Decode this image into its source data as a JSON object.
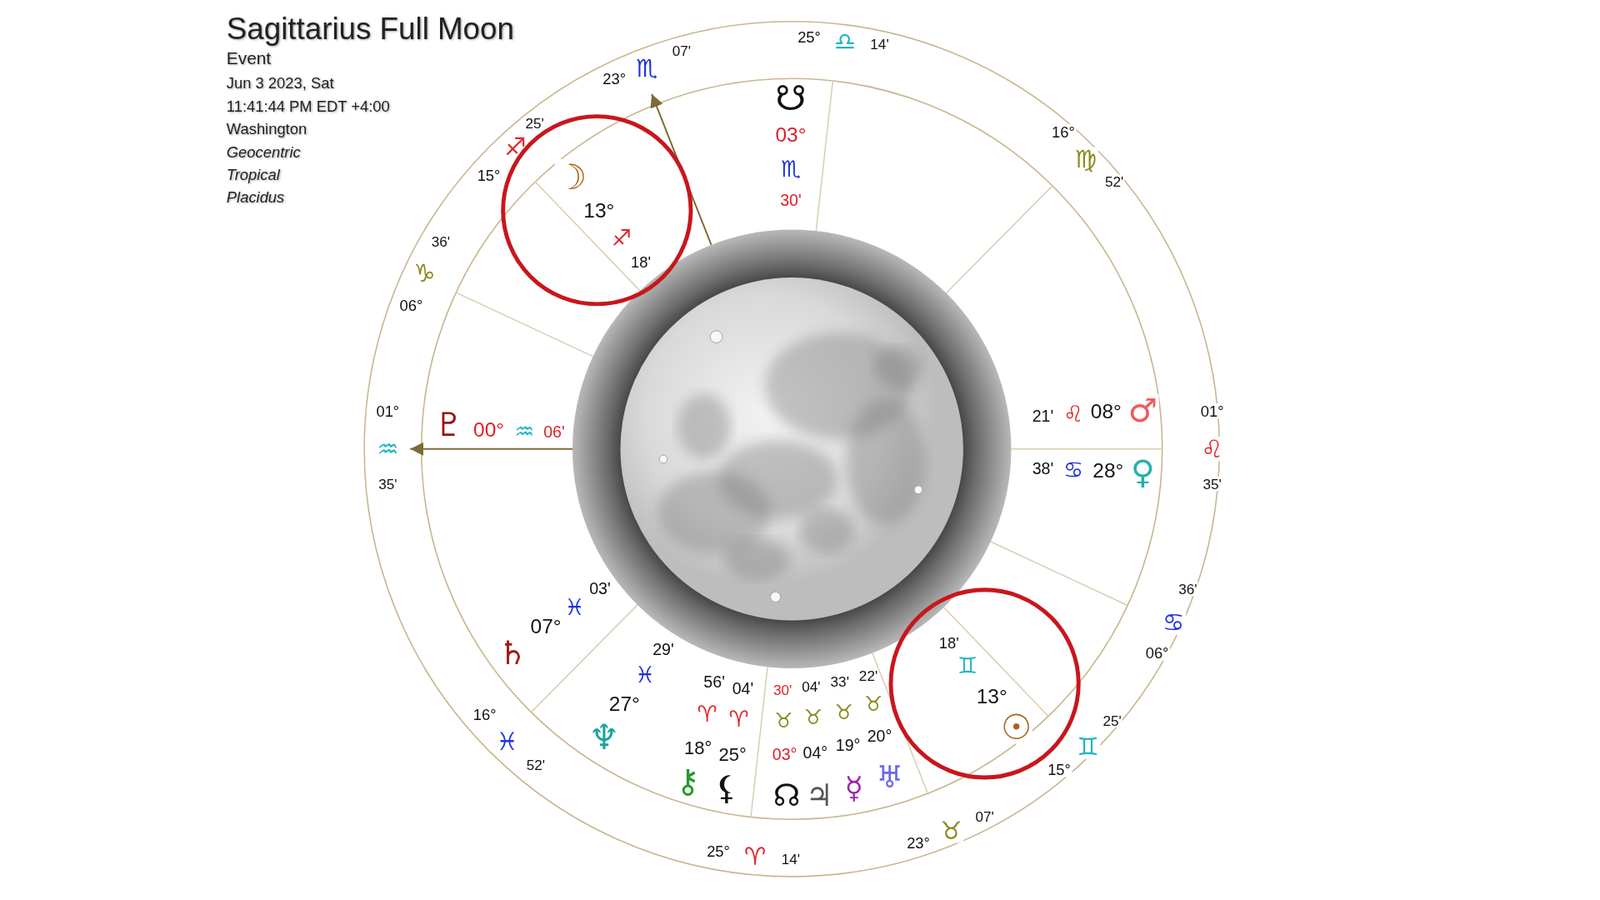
{
  "diagram": {
    "title": "Sagittarius Full Moon",
    "nodes": [
      {
        "text": [
          "☽",
          "13°",
          "♐",
          "18'"
        ]
      },
      {
        "text": [
          "☉",
          "13°",
          "♊",
          "18'"
        ]
      }
    ],
    "labels": [
      "Event",
      "Jun 3 2023, Sat",
      "11:41:44 PM EDT +4:00",
      "Washington",
      "Geocentric",
      "Tropical",
      "Placidus",
      "25°",
      "♎",
      "14'",
      "23°",
      "♏",
      "07'",
      "16°",
      "♍",
      "52'",
      "25'",
      "♐",
      "15°",
      "36'",
      "♑",
      "06°",
      "01°",
      "♒",
      "35'",
      "01°",
      "♌",
      "35'",
      "36'",
      "♋",
      "06°",
      "25'",
      "♊",
      "15°",
      "07'",
      "♉",
      "23°",
      "25°",
      "♈",
      "14'",
      "16°",
      "♓",
      "52'",
      "☋",
      "03°",
      "♏",
      "30'",
      "21'",
      "♌",
      "08°",
      "♂",
      "38'",
      "♋",
      "28°",
      "♀",
      "♇",
      "00°",
      "♒",
      "06'",
      "03'",
      "♓",
      "07°",
      "♄",
      "29'",
      "♓",
      "27°",
      "♆",
      "56'",
      "♈",
      "18°",
      "⚷",
      "04'",
      "♈",
      "25°",
      "⚸",
      "30'",
      "♉",
      "03°",
      "☊",
      "04'",
      "♉",
      "04°",
      "♃",
      "33'",
      "♉",
      "19°",
      "☿",
      "22'",
      "♉",
      "20°",
      "♅"
    ]
  }
}
